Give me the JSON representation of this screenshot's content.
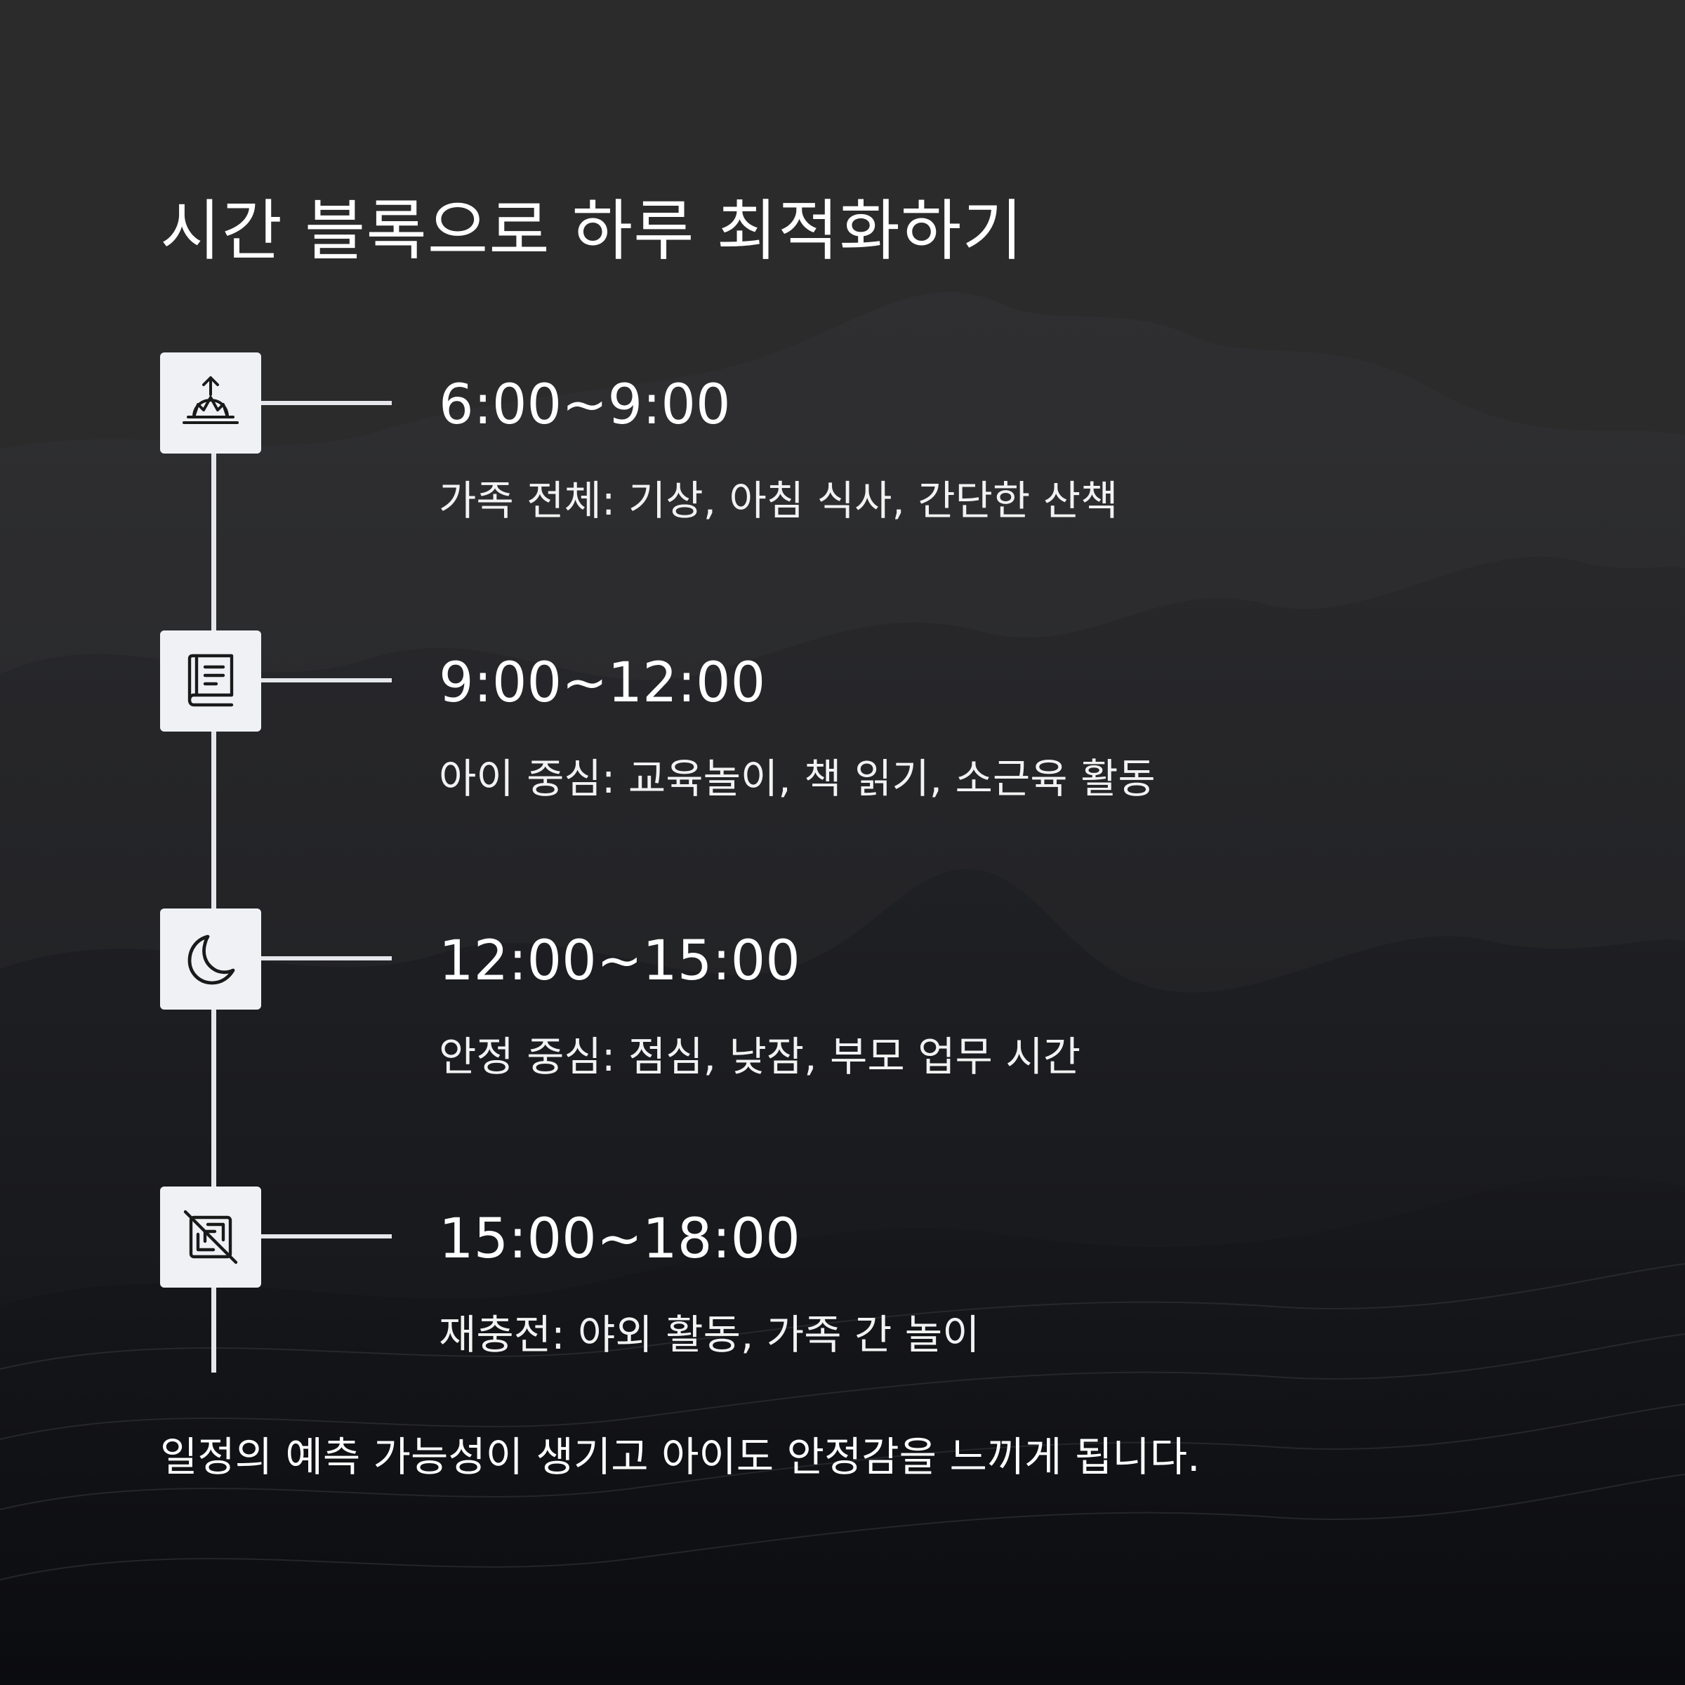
{
  "title": "시간 블록으로 하루 최적화하기",
  "blocks": [
    {
      "time": "6:00~9:00",
      "description": "가족 전체: 기상, 아침 식사, 간단한 산책",
      "icon": "sunrise-icon"
    },
    {
      "time": "9:00~12:00",
      "description": "아이 중심: 교육놀이, 책 읽기, 소근육 활동",
      "icon": "book-icon"
    },
    {
      "time": "12:00~15:00",
      "description": "안정 중심: 점심, 낮잠, 부모 업무 시간",
      "icon": "moon-icon"
    },
    {
      "time": "15:00~18:00",
      "description": "재충전: 야외 활동, 가족 간 놀이",
      "icon": "no-screen-icon"
    }
  ],
  "footer": "일정의 예측 가능성이 생기고 아이도 안정감을 느끼게 됩니다.",
  "colors": {
    "background": "#2a2a2b",
    "icon_box": "#f0f1f5",
    "line": "#e6e7ec",
    "text": "#ffffff"
  }
}
